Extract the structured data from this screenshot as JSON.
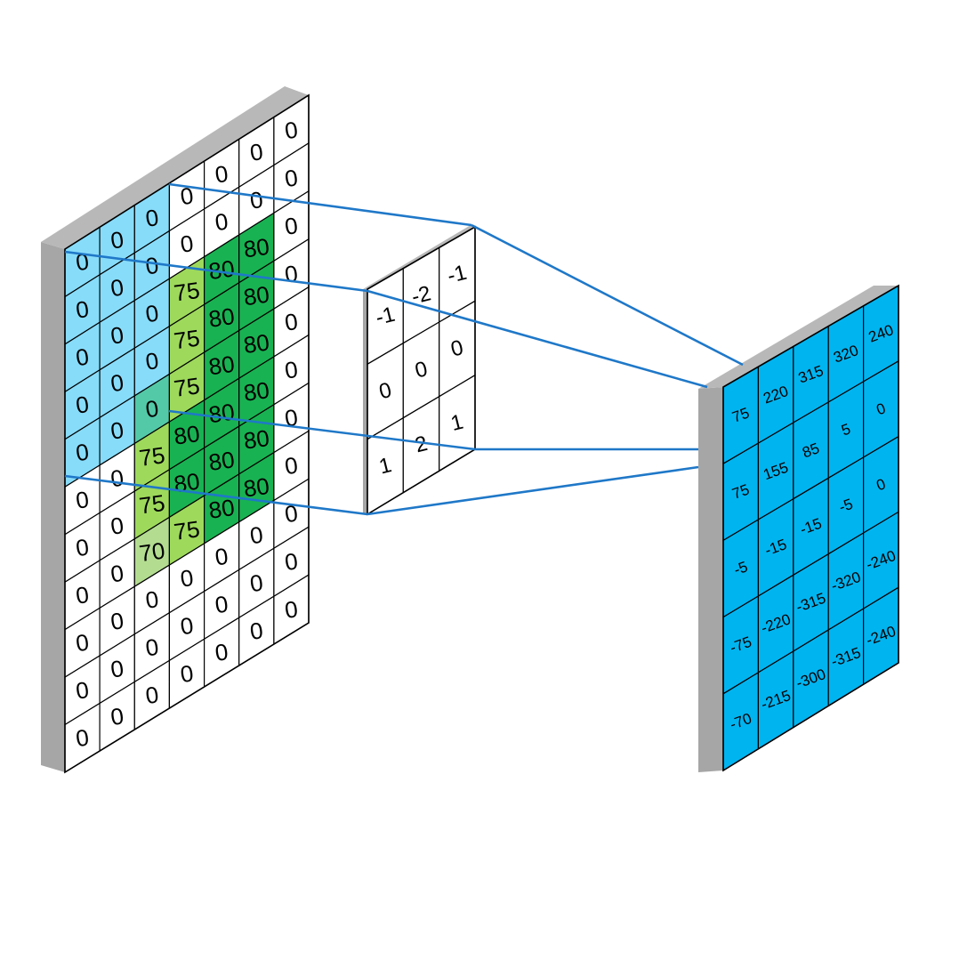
{
  "input_matrix": {
    "rows": [
      [
        "0",
        "0",
        "0",
        "0",
        "0",
        "0",
        "0"
      ],
      [
        "0",
        "0",
        "0",
        "0",
        "0",
        "0",
        "0"
      ],
      [
        "0",
        "0",
        "0",
        "75",
        "80",
        "80",
        "0"
      ],
      [
        "0",
        "0",
        "0",
        "75",
        "80",
        "80",
        "0"
      ],
      [
        "0",
        "0",
        "0",
        "75",
        "80",
        "80",
        "0"
      ],
      [
        "0",
        "0",
        "75",
        "80",
        "80",
        "80",
        "0"
      ],
      [
        "0",
        "0",
        "75",
        "80",
        "80",
        "80",
        "0"
      ],
      [
        "0",
        "0",
        "70",
        "75",
        "80",
        "80",
        "0"
      ],
      [
        "0",
        "0",
        "0",
        "0",
        "0",
        "0",
        "0"
      ],
      [
        "0",
        "0",
        "0",
        "0",
        "0",
        "0",
        "0"
      ],
      [
        "0",
        "0",
        "0",
        "0",
        "0",
        "0",
        "0"
      ]
    ]
  },
  "kernel": {
    "rows": [
      [
        "-1",
        "-2",
        "-1"
      ],
      [
        "0",
        "0",
        "0"
      ],
      [
        "1",
        "2",
        "1"
      ]
    ]
  },
  "output_matrix": {
    "rows": [
      [
        "75",
        "220",
        "315",
        "320",
        "240"
      ],
      [
        "75",
        "155",
        "85",
        "5",
        "0"
      ],
      [
        "-5",
        "-15",
        "-15",
        "-5",
        "0"
      ],
      [
        "-75",
        "-220",
        "-315",
        "-320",
        "-240"
      ],
      [
        "-70",
        "-215",
        "-300",
        "-315",
        "-240"
      ]
    ]
  },
  "colors": {
    "input_cell": "#ffffff",
    "receptive_field": "#87dcfa",
    "light_green": "#9ed95c",
    "pale_green": "#b3dc90",
    "dark_green": "#19b252",
    "teal_overlap": "#53c9a8",
    "output_cell": "#00b4f0",
    "frame_gray": "#a6a6a6",
    "connector": "#1f78c8",
    "grid_line": "#000000"
  }
}
